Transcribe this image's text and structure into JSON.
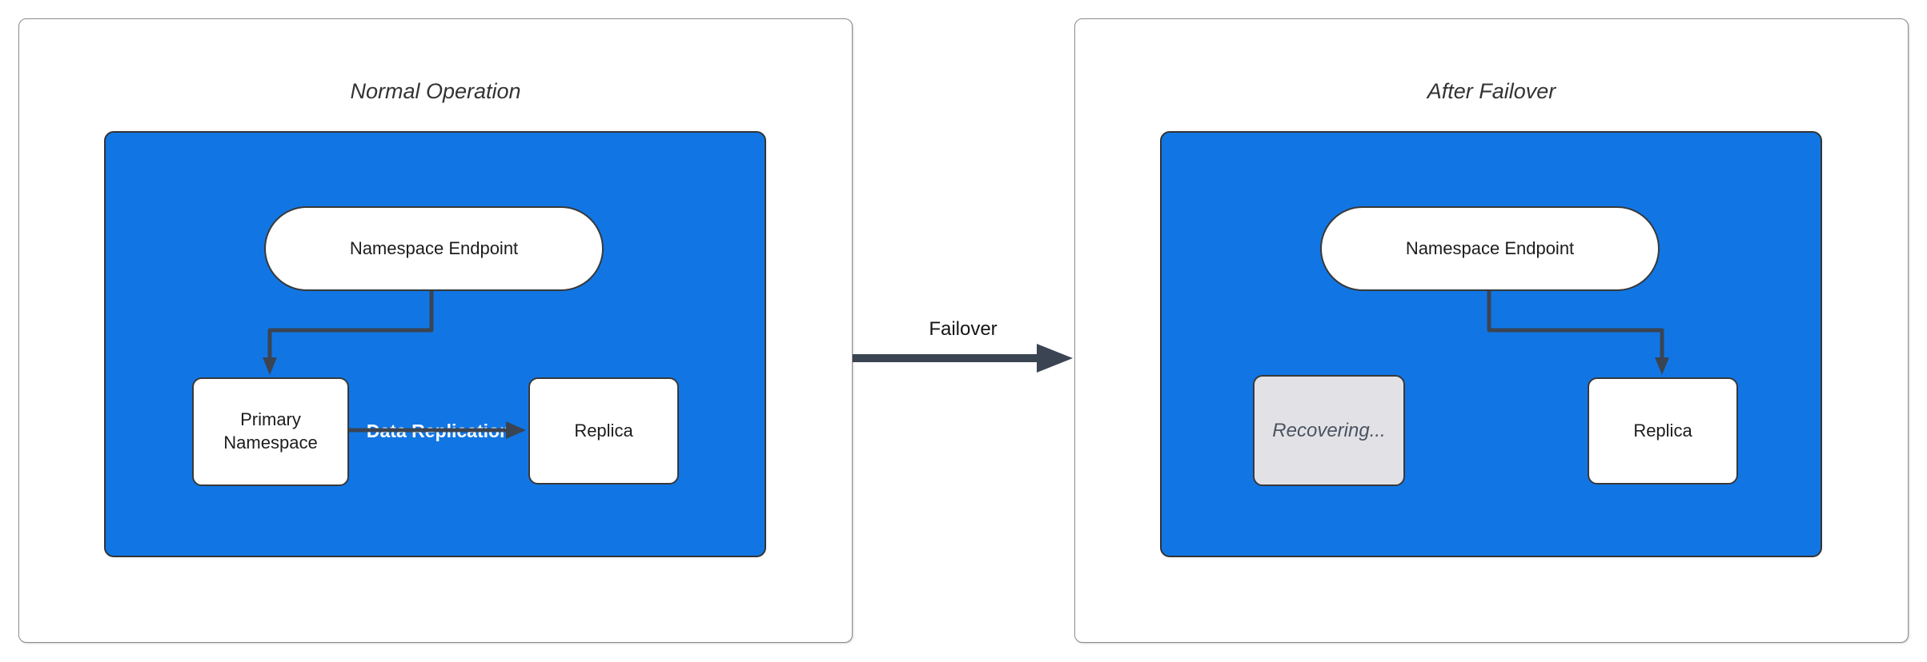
{
  "diagram": {
    "failover_label": "Failover",
    "colors": {
      "container_fill": "#1176e4",
      "container_border": "#333333",
      "node_fill": "#ffffff",
      "node_border": "#383838",
      "node_text": "#1c1c1c",
      "title_color": "#333333",
      "panel_border": "#8c8c8c",
      "arrow_color": "#3a4452",
      "recovering_fill": "#e2e2e6",
      "recovering_text": "#4a5360",
      "replication_label_color": "#ffffff"
    },
    "panels": [
      {
        "title": "Normal Operation",
        "nodes": {
          "endpoint": "Namespace Endpoint",
          "primary": "Primary Namespace",
          "replica": "Replica"
        },
        "edge_labels": {
          "replication": "Data Replication"
        }
      },
      {
        "title": "After Failover",
        "nodes": {
          "endpoint": "Namespace Endpoint",
          "recovering": "Recovering...",
          "replica": "Replica"
        }
      }
    ]
  }
}
